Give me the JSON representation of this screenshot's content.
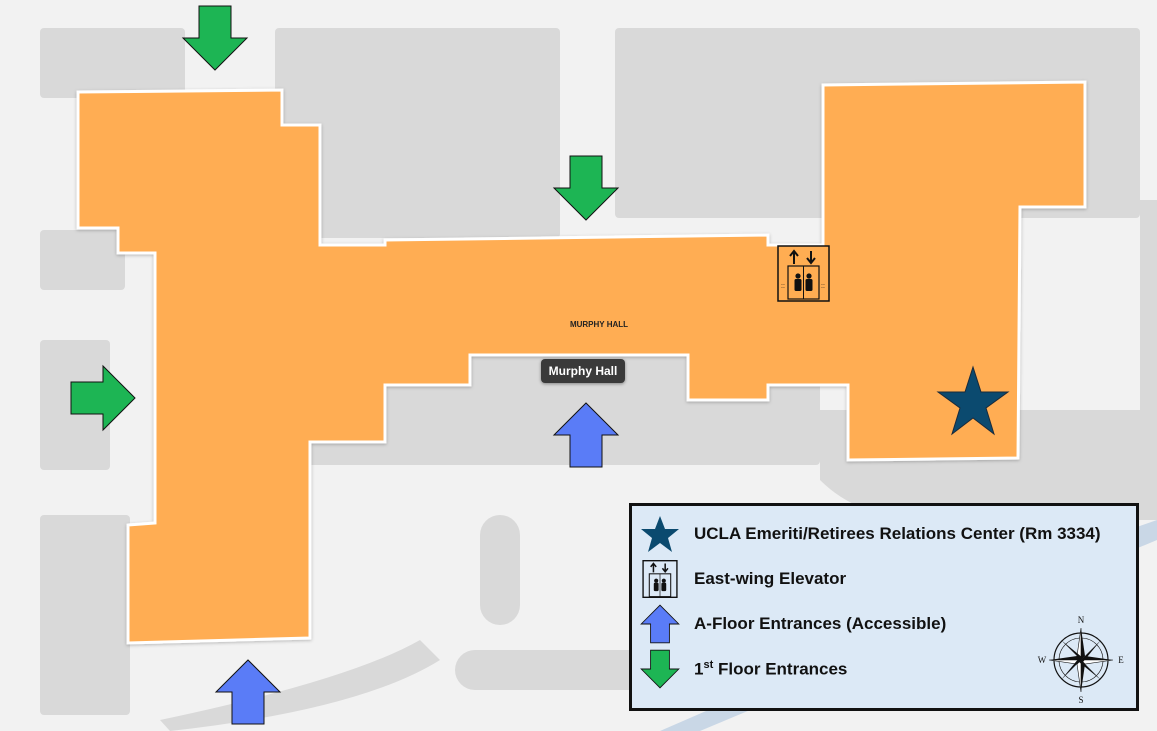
{
  "map": {
    "building_label": "MURPHY HALL",
    "tooltip": "Murphy Hall",
    "colors": {
      "background": "#f2f2f2",
      "block": "#d9d9d9",
      "building": "#ffad52",
      "legend_bg": "#dce9f6",
      "green_arrow": "#1db554",
      "blue_arrow": "#5a7cf7",
      "star": "#0b4a6f"
    }
  },
  "legend": {
    "items": [
      {
        "icon": "star-icon",
        "label": "UCLA Emeriti/Retirees Relations Center (Rm 3334)"
      },
      {
        "icon": "elevator-icon",
        "label": "East-wing Elevator"
      },
      {
        "icon": "blue-arrow-up-icon",
        "label": "A-Floor Entrances (Accessible)"
      },
      {
        "icon": "green-arrow-down-icon",
        "label_main": "1",
        "label_sup": "st",
        "label_rest": " Floor Entrances"
      }
    ]
  },
  "compass": {
    "n": "N",
    "s": "S",
    "e": "E",
    "w": "W"
  }
}
